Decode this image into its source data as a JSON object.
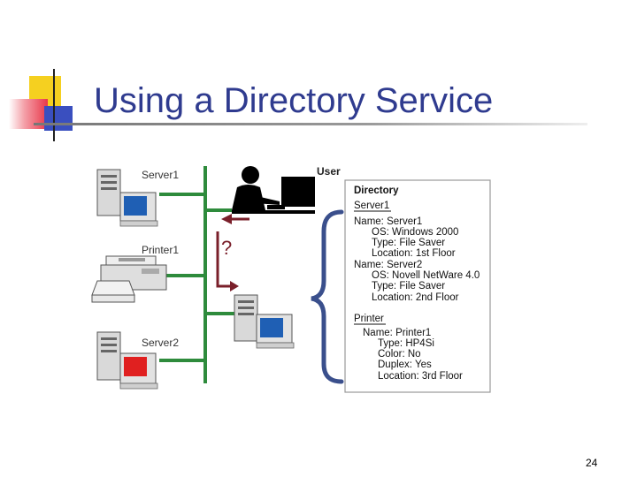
{
  "slide": {
    "title": "Using a Directory Service",
    "page_number": "24"
  },
  "colors": {
    "title": "#2f3b8f",
    "network_line": "#2e8b3c",
    "brace": "#3a4f8c",
    "arrow": "#7a1f2a",
    "deco_yellow": "#f5d020",
    "deco_red": "#e8374a",
    "deco_blue": "#3a4fbf"
  },
  "diagram": {
    "devices": {
      "server1": "Server1",
      "printer1": "Printer1",
      "server2": "Server2",
      "user": "User"
    },
    "question_mark": "?",
    "directory": {
      "title": "Directory",
      "server_heading": "Server1",
      "lines": [
        "Name: Server1",
        "OS: Windows 2000",
        "Type: File Saver",
        "Location: 1st Floor",
        "Name: Server2",
        "OS: Novell NetWare 4.0",
        "Type: File Saver",
        "Location: 2nd Floor"
      ],
      "printer_heading": "Printer",
      "printer_lines": [
        "Name: Printer1",
        "Type: HP4Si",
        "Color: No",
        "Duplex: Yes",
        "Location: 3rd Floor"
      ]
    }
  }
}
